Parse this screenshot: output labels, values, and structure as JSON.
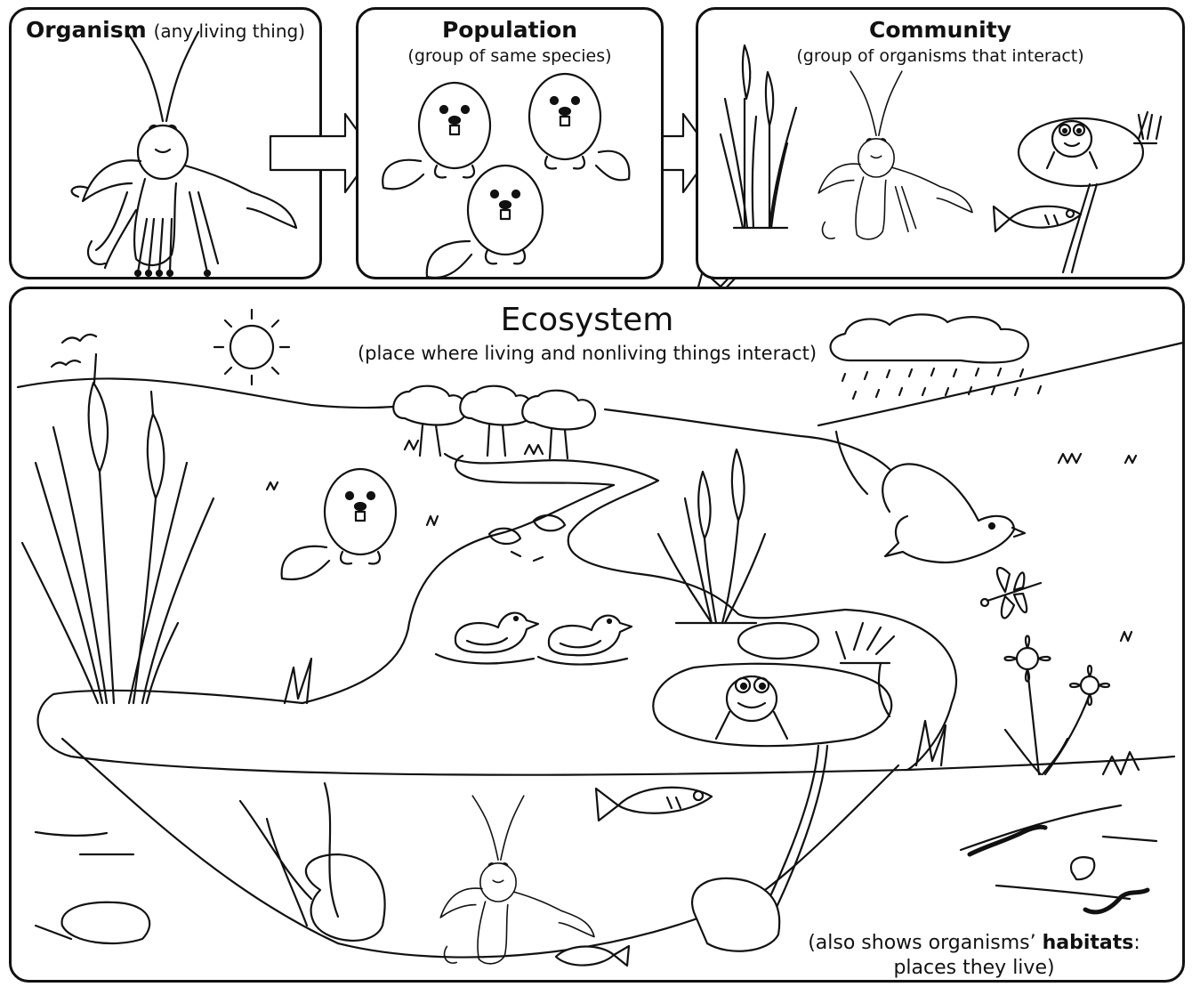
{
  "panels": {
    "organism": {
      "title": "Organism",
      "subtitle": "(any living thing)"
    },
    "population": {
      "title": "Population",
      "subtitle": "(group of same species)"
    },
    "community": {
      "title": "Community",
      "subtitle": "(group of organisms that interact)"
    },
    "ecosystem": {
      "title": "Ecosystem",
      "subtitle": "(place where living and nonliving things interact)"
    }
  },
  "habitat_note": {
    "prefix": "(also shows organisms’ ",
    "bold": "habitats",
    "suffix": ":",
    "line2": "places they live)"
  }
}
